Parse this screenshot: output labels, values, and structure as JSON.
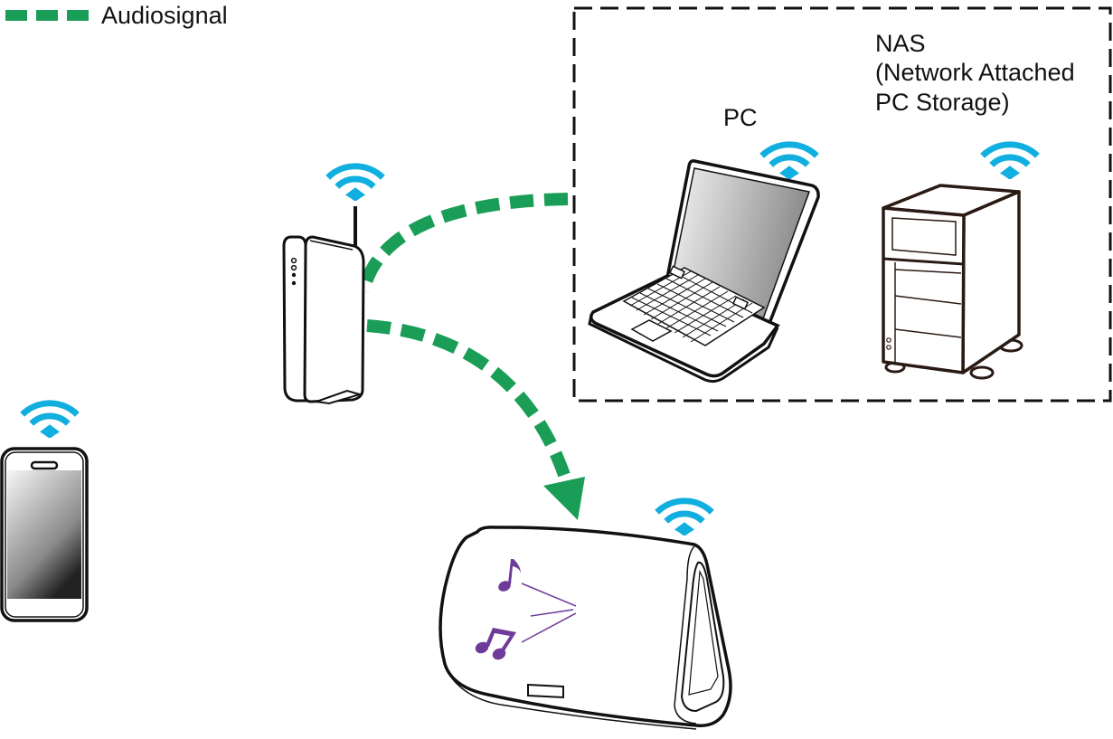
{
  "legend": {
    "items": [
      {
        "label": "Audiosignal",
        "line_style": "dashed",
        "color": "#1a9e57"
      }
    ]
  },
  "labels": {
    "pc": "PC",
    "nas_line1": "NAS",
    "nas_line2": "(Network Attached",
    "nas_line3": "PC Storage)"
  },
  "colors": {
    "audio_signal": "#1a9e57",
    "wifi": "#11aee0",
    "music_notes": "#6e3b99",
    "outline": "#111111",
    "group_box": "#111111"
  },
  "nodes": [
    {
      "id": "smartphone",
      "icon": "smartphone-icon",
      "wireless": true
    },
    {
      "id": "router",
      "icon": "wireless-router-icon",
      "wireless": true
    },
    {
      "id": "pc",
      "icon": "laptop-icon",
      "wireless": true,
      "group": "media-sources"
    },
    {
      "id": "nas",
      "icon": "nas-server-icon",
      "wireless": true,
      "group": "media-sources"
    },
    {
      "id": "speaker",
      "icon": "wireless-speaker-icon",
      "wireless": true
    }
  ],
  "edges": [
    {
      "from": "pc",
      "to": "router",
      "type": "audio-signal"
    },
    {
      "from": "router",
      "to": "speaker",
      "type": "audio-signal",
      "arrow": true
    }
  ]
}
